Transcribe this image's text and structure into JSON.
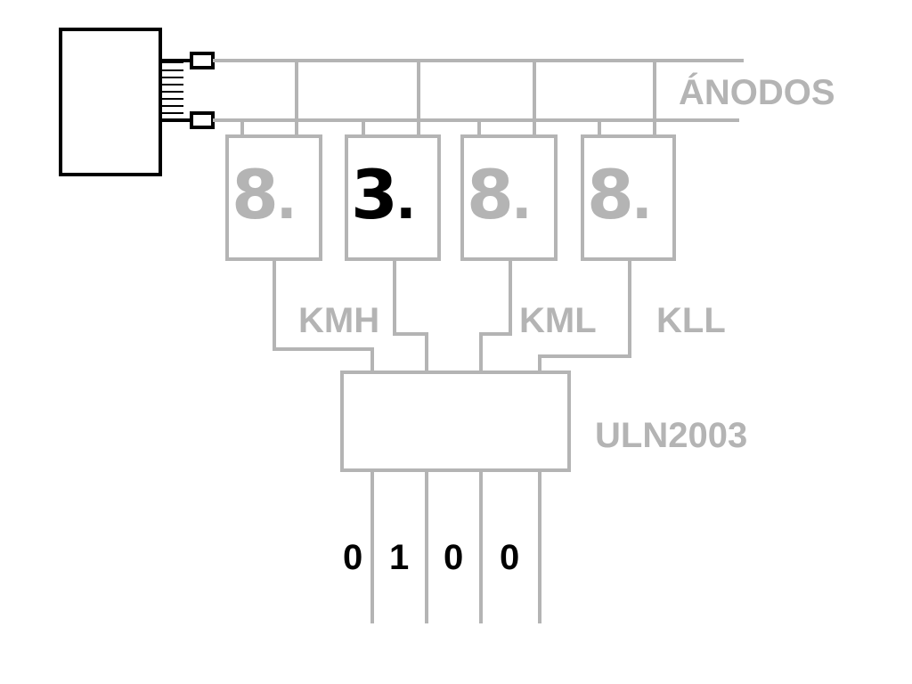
{
  "colors": {
    "wire": "#b4b4b4",
    "label": "#b4b4b4",
    "ink": "#000000",
    "background": "#ffffff"
  },
  "anodes_label": "ÁNODOS",
  "cathode_labels": [
    "KMH",
    "KML",
    "KLL"
  ],
  "driver_label": "ULN2003",
  "displays": [
    {
      "digit": "8",
      "dot": ".",
      "active": false
    },
    {
      "digit": "3",
      "dot": ".",
      "active": true
    },
    {
      "digit": "8",
      "dot": ".",
      "active": false
    },
    {
      "digit": "8",
      "dot": ".",
      "active": false
    }
  ],
  "inputs": [
    "0",
    "1",
    "0",
    "0"
  ]
}
